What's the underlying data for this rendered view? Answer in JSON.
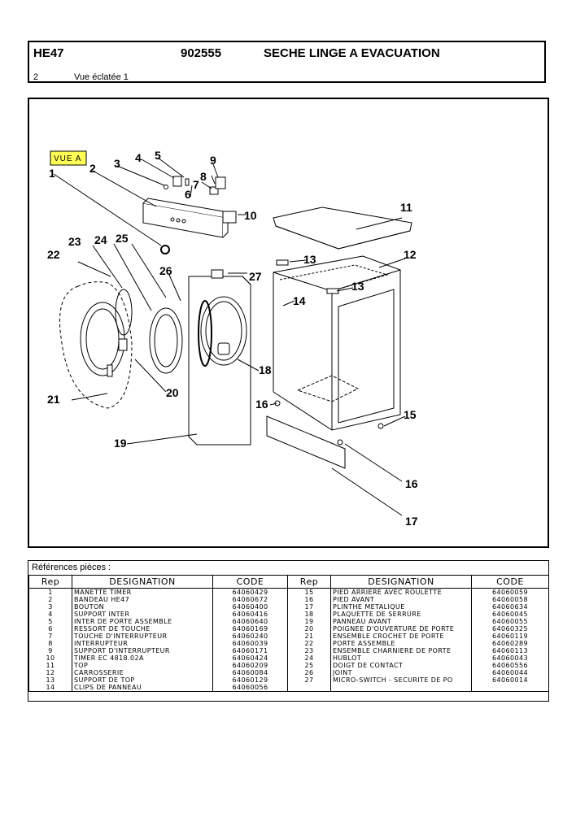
{
  "header": {
    "model": "HE47",
    "code": "902555",
    "title": "SECHE LINGE A EVACUATION",
    "page_number": "2",
    "view_title": "Vue éclatée 1"
  },
  "diagram": {
    "view_tag": "VUE A",
    "labels": [
      "1",
      "2",
      "3",
      "4",
      "5",
      "6",
      "7",
      "8",
      "9",
      "10",
      "11",
      "12",
      "13",
      "13",
      "14",
      "15",
      "16",
      "16",
      "17",
      "18",
      "19",
      "20",
      "21",
      "22",
      "23",
      "24",
      "25",
      "26",
      "27"
    ]
  },
  "parts_table": {
    "caption": "Références pièces  :",
    "headers": [
      "Rep",
      "DESIGNATION",
      "CODE",
      "Rep",
      "DESIGNATION",
      "CODE"
    ],
    "rows": [
      [
        "1",
        "MANETTE TIMER",
        "64060429",
        "15",
        "PIED ARRIERE AVEC ROULETTE",
        "64060059"
      ],
      [
        "2",
        "BANDEAU HE47",
        "64060672",
        "16",
        "PIED AVANT",
        "64060058"
      ],
      [
        "3",
        "BOUTON",
        "64060400",
        "17",
        "PLINTHE METALIQUE",
        "64060634"
      ],
      [
        "4",
        "SUPPORT INTER",
        "64060416",
        "18",
        "PLAQUETTE DE SERRURE",
        "64060045"
      ],
      [
        "5",
        "INTER DE PORTE ASSEMBLE",
        "64060640",
        "19",
        "PANNEAU AVANT",
        "64060055"
      ],
      [
        "6",
        "RESSORT DE TOUCHE",
        "64060169",
        "20",
        "POIGNEE D'OUVERTURE DE PORTE",
        "64060325"
      ],
      [
        "7",
        "TOUCHE D'INTERRUPTEUR",
        "64060240",
        "21",
        "ENSEMBLE CROCHET DE PORTE",
        "64060119"
      ],
      [
        "8",
        "INTERRUPTEUR",
        "64060039",
        "22",
        "PORTE ASSEMBLE",
        "64060289"
      ],
      [
        "9",
        "SUPPORT D'INTERRUPTEUR",
        "64060171",
        "23",
        "ENSEMBLE CHARNIERE DE PORTE",
        "64060113"
      ],
      [
        "10",
        "TIMER EC 4818.02A",
        "64060424",
        "24",
        "HUBLOT",
        "64060043"
      ],
      [
        "11",
        "TOP",
        "64060209",
        "25",
        "DOIGT DE CONTACT",
        "64060556"
      ],
      [
        "12",
        "CARROSSERIE",
        "64060084",
        "26",
        "JOINT",
        "64060044"
      ],
      [
        "13",
        "SUPPORT DE TOP",
        "64060129",
        "27",
        "MICRO-SWITCH - SECURITE DE PO",
        "64060014"
      ],
      [
        "14",
        "CLIPS DE PANNEAU",
        "64060056",
        "",
        "",
        ""
      ]
    ]
  }
}
